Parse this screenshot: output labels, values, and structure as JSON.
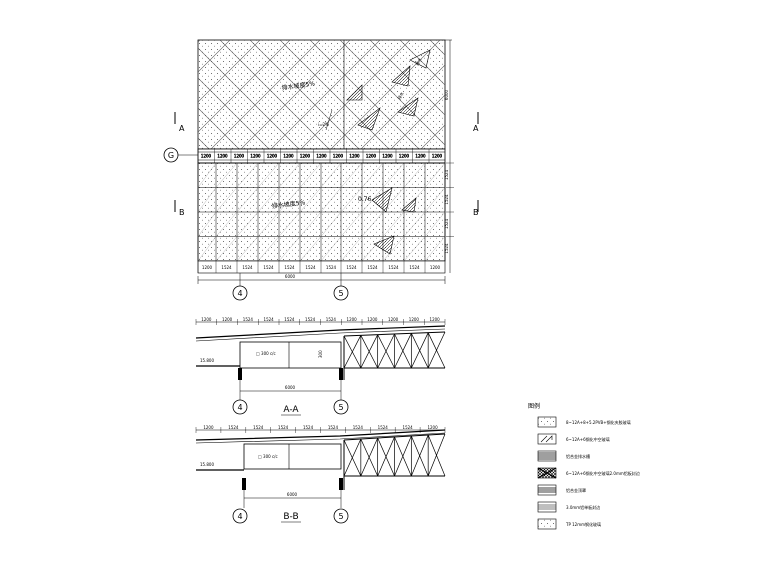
{
  "plan": {
    "section_marks": {
      "a_left": "A",
      "a_right": "A",
      "b_left": "B",
      "b_right": "B"
    },
    "grid_row_bubble": "G",
    "grid_col_bubbles": [
      "4",
      "5"
    ],
    "slope_labels": [
      "排水坡度5%",
      "排水坡度5%"
    ],
    "small_notes": [
      "i=2%",
      "0.76",
      "排水",
      "排水"
    ],
    "row_dimensions": [
      "1524",
      "1524",
      "1524",
      "1524"
    ],
    "col_dimensions": [
      "1200",
      "1524",
      "1524",
      "1524",
      "1524",
      "1524",
      "1524",
      "1524",
      "1524",
      "1524",
      "1524",
      "1200"
    ],
    "top_strip_dimensions": [
      "1200",
      "1200",
      "1200",
      "1200",
      "1200",
      "1200",
      "1200",
      "1200",
      "1200",
      "1200",
      "1200",
      "1200",
      "1200",
      "1200",
      "1200"
    ],
    "overall_width": "6000",
    "side_dimension_top": "6000"
  },
  "sections": {
    "aa_title": "A-A",
    "bb_title": "B-B",
    "elevation_label": "15.800",
    "elevation_label_b": "15.800",
    "beam_note_a": "□ 300 c/c",
    "beam_note_b": "□ 300 c/c",
    "vertical_note": "300",
    "span_a": "6000",
    "span_b": "6000",
    "top_dims_a": [
      "1200",
      "1200",
      "1524",
      "1524",
      "1524",
      "1524",
      "1524",
      "1200",
      "1200",
      "1200",
      "1200",
      "1200"
    ],
    "top_dims_b": [
      "1200",
      "1524",
      "1524",
      "1524",
      "1524",
      "1524",
      "1524",
      "1524",
      "1524",
      "1200"
    ],
    "col_bubbles_a": [
      "4",
      "5"
    ],
    "col_bubbles_b": [
      "4",
      "5"
    ]
  },
  "legend": {
    "title": "图例",
    "items": [
      {
        "label": "8~12A+8+5.2PVB+钢化夹胶玻璃",
        "pattern": "dotted"
      },
      {
        "label": "6~12A+6钢化中空玻璃",
        "pattern": "hatch"
      },
      {
        "label": "铝合金排水槽",
        "pattern": "dense-lines"
      },
      {
        "label": "6~12A+6钢化中空玻璃2.0mm铝板封边",
        "pattern": "cross"
      },
      {
        "label": "铝合金顶罩",
        "pattern": "lines"
      },
      {
        "label": "3.0mm铝单板封边",
        "pattern": "lines-2"
      },
      {
        "label": "TP 12mm钢化玻璃",
        "pattern": "dots-2"
      }
    ]
  }
}
